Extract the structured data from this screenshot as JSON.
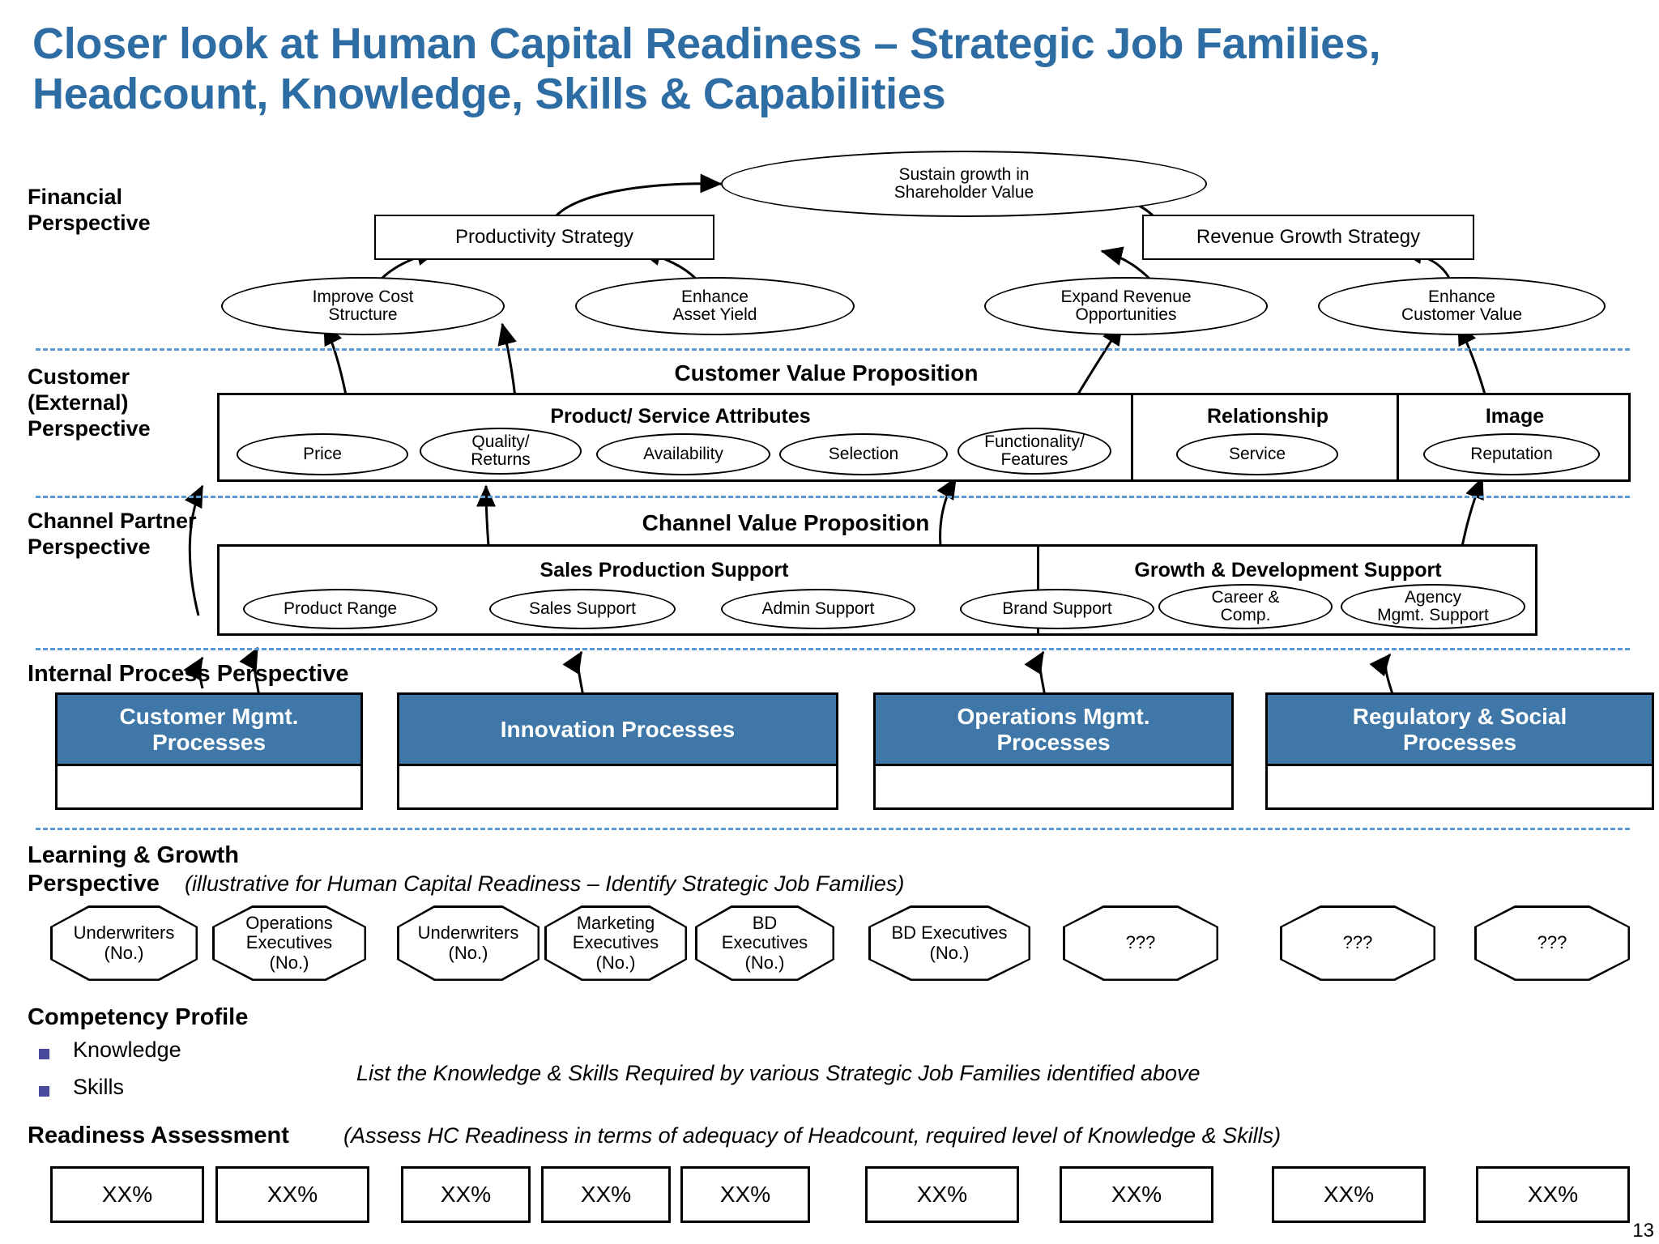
{
  "title": "Closer look at Human Capital Readiness – Strategic Job Families, Headcount, Knowledge, Skills & Capabilities",
  "accent_color": "#2e6da4",
  "process_header_color": "#3e77a8",
  "divider_color": "#5b9bd5",
  "page_number": "13",
  "perspectives": {
    "financial": "Financial\nPerspective",
    "financial_l1": "Financial",
    "financial_l2": "Perspective",
    "customer_l1": "Customer",
    "customer_l2": "(External)",
    "customer_l3": "Perspective",
    "channel_l1": "Channel Partner",
    "channel_l2": "Perspective",
    "internal": "Internal Process Perspective",
    "learning_l1": "Learning & Growth",
    "learning_l2": "Perspective",
    "learning_note": "(illustrative for Human Capital Readiness – Identify Strategic Job Families)"
  },
  "financial": {
    "apex": "Sustain growth in\nShareholder Value",
    "apex_l1": "Sustain growth in",
    "apex_l2": "Shareholder Value",
    "strategy_left": "Productivity Strategy",
    "strategy_right": "Revenue Growth Strategy",
    "objectives": [
      {
        "l1": "Improve Cost",
        "l2": "Structure"
      },
      {
        "l1": "Enhance",
        "l2": "Asset Yield"
      },
      {
        "l1": "Expand Revenue",
        "l2": "Opportunities"
      },
      {
        "l1": "Enhance",
        "l2": "Customer Value"
      }
    ]
  },
  "customer": {
    "banner": "Customer Value Proposition",
    "groups": [
      {
        "header": "Product/ Service Attributes",
        "items": [
          {
            "l1": "Price",
            "l2": ""
          },
          {
            "l1": "Quality/",
            "l2": "Returns"
          },
          {
            "l1": "Availability",
            "l2": ""
          },
          {
            "l1": "Selection",
            "l2": ""
          },
          {
            "l1": "Functionality/",
            "l2": "Features"
          }
        ]
      },
      {
        "header": "Relationship",
        "items": [
          {
            "l1": "Service",
            "l2": ""
          }
        ]
      },
      {
        "header": "Image",
        "items": [
          {
            "l1": "Reputation",
            "l2": ""
          }
        ]
      }
    ]
  },
  "channel": {
    "banner": "Channel Value Proposition",
    "groups": [
      {
        "header": "Sales Production Support",
        "items": [
          {
            "l1": "Product Range",
            "l2": ""
          },
          {
            "l1": "Sales Support",
            "l2": ""
          },
          {
            "l1": "Admin Support",
            "l2": ""
          }
        ]
      },
      {
        "header": "Growth & Development Support",
        "items": [
          {
            "l1": "Brand Support",
            "l2": ""
          },
          {
            "l1": "Career &",
            "l2": "Comp."
          },
          {
            "l1": "Agency",
            "l2": "Mgmt. Support"
          }
        ]
      }
    ]
  },
  "internal_processes": [
    {
      "l1": "Customer Mgmt.",
      "l2": "Processes"
    },
    {
      "l1": "Innovation Processes",
      "l2": ""
    },
    {
      "l1": "Operations Mgmt.",
      "l2": "Processes"
    },
    {
      "l1": "Regulatory & Social",
      "l2": "Processes"
    }
  ],
  "job_families": [
    {
      "l1": "Underwriters",
      "l2": "(No.)",
      "l3": ""
    },
    {
      "l1": "Operations",
      "l2": "Executives",
      "l3": "(No.)"
    },
    {
      "l1": "Underwriters",
      "l2": "(No.)",
      "l3": ""
    },
    {
      "l1": "Marketing",
      "l2": "Executives",
      "l3": "(No.)"
    },
    {
      "l1": "BD",
      "l2": "Executives",
      "l3": "(No.)"
    },
    {
      "l1": "BD Executives",
      "l2": "(No.)",
      "l3": ""
    },
    {
      "l1": "???",
      "l2": "",
      "l3": ""
    },
    {
      "l1": "???",
      "l2": "",
      "l3": ""
    },
    {
      "l1": "???",
      "l2": "",
      "l3": ""
    }
  ],
  "competency": {
    "header": "Competency Profile",
    "bullets": [
      "Knowledge",
      "Skills"
    ],
    "note": "List the Knowledge & Skills Required by various Strategic Job Families identified above"
  },
  "readiness": {
    "header": "Readiness Assessment",
    "note": "(Assess HC Readiness in terms of adequacy of Headcount, required level of Knowledge & Skills)",
    "values": [
      "XX%",
      "XX%",
      "XX%",
      "XX%",
      "XX%",
      "XX%",
      "XX%",
      "XX%",
      "XX%"
    ]
  }
}
